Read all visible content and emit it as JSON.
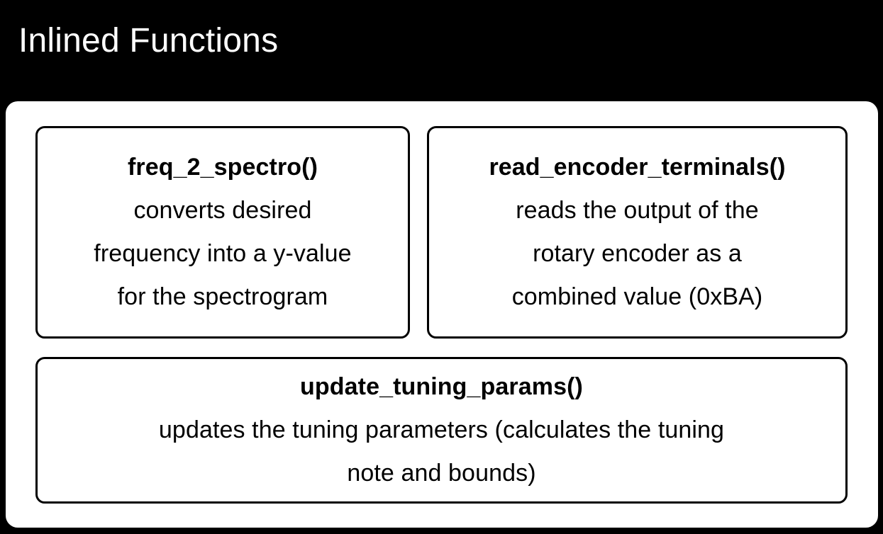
{
  "slide": {
    "title": "Inlined Functions",
    "background_color": "#000000",
    "panel_color": "#ffffff",
    "text_color": "#000000",
    "title_color": "#ffffff",
    "border_color": "#000000"
  },
  "cards": [
    {
      "name": "freq_2_spectro()",
      "description_lines": [
        "converts desired",
        "frequency into a y-value",
        "for the spectrogram"
      ]
    },
    {
      "name": "read_encoder_terminals()",
      "description_lines": [
        "reads the output of the",
        "rotary encoder as a",
        "combined value (0xBA)"
      ]
    },
    {
      "name": "update_tuning_params()",
      "description_lines": [
        "updates the tuning parameters (calculates the tuning",
        "note and bounds)"
      ]
    }
  ]
}
